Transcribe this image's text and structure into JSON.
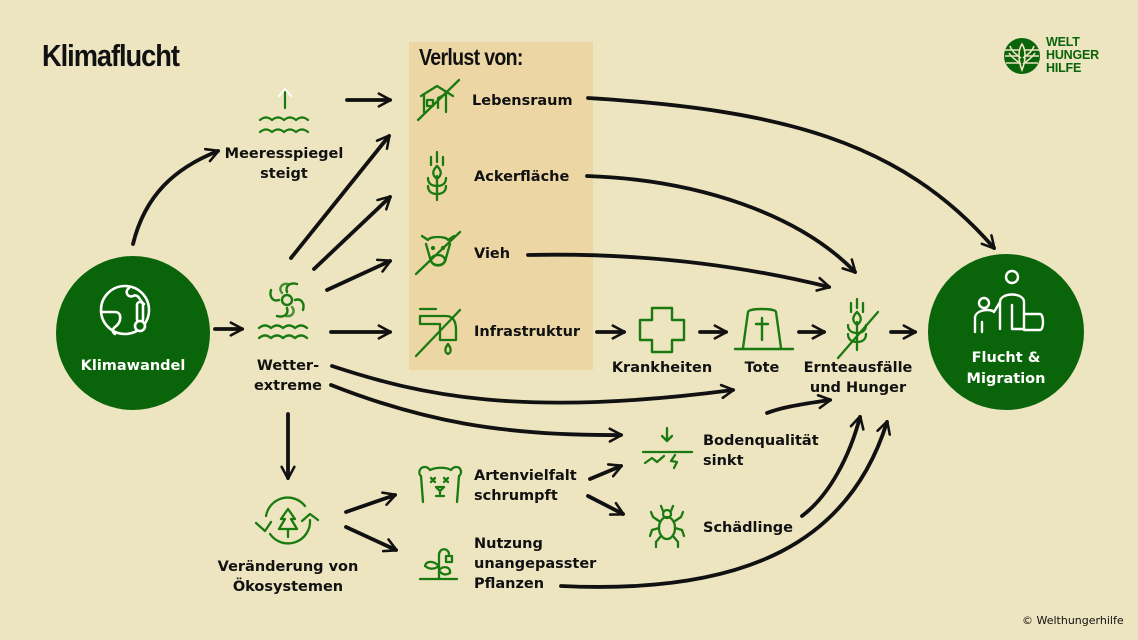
{
  "title": "Klimaflucht",
  "colors": {
    "background": "#ede4c0",
    "panel": "#ebd6a4",
    "green": "#0a640a",
    "icon_green": "#1a7a10",
    "arrow": "#111111"
  },
  "logo": {
    "icon": "wheat-globe-logo-icon",
    "line1": "WELT",
    "line2": "HUNGER",
    "line3": "HILFE"
  },
  "copyright": "© Welthungerhilfe",
  "panel": {
    "title": "Verlust von:"
  },
  "nodes": {
    "klimawandel": {
      "label": "Klimawandel",
      "icon": "globe-thermometer-icon"
    },
    "meeresspiegel": {
      "line1": "Meeresspiegel",
      "line2": "steigt",
      "icon": "sea-level-rise-icon"
    },
    "wetterextreme": {
      "line1": "Wetter-",
      "line2": "extreme",
      "icon": "cyclone-icon"
    },
    "lebensraum": {
      "label": "Lebensraum",
      "icon": "crossed-house-icon"
    },
    "ackerflaeche": {
      "label": "Ackerfläche",
      "icon": "wheat-icon"
    },
    "vieh": {
      "label": "Vieh",
      "icon": "crossed-cow-icon"
    },
    "infrastruktur": {
      "label": "Infrastruktur",
      "icon": "crossed-pipe-icon"
    },
    "krankheiten": {
      "label": "Krankheiten",
      "icon": "medical-cross-icon"
    },
    "tote": {
      "label": "Tote",
      "icon": "gravestone-icon"
    },
    "ernteausfaelle": {
      "line1": "Ernteausfälle",
      "line2": "und Hunger",
      "icon": "crossed-wheat-icon"
    },
    "flucht": {
      "line1": "Flucht &",
      "line2": "Migration",
      "icon": "refugees-icon"
    },
    "oekosysteme": {
      "line1": "Veränderung von",
      "line2": "Ökosystemen",
      "icon": "tree-cycle-icon"
    },
    "artenvielfalt": {
      "line1": "Artenvielfalt",
      "line2": "schrumpft",
      "icon": "dead-bear-icon"
    },
    "pflanzen": {
      "line1": "Nutzung",
      "line2": "unangepasster",
      "line3": "Pflanzen",
      "icon": "wilting-plant-icon"
    },
    "bodenqualitaet": {
      "line1": "Bodenqualität",
      "line2": "sinkt",
      "icon": "soil-crack-icon"
    },
    "schaedlinge": {
      "label": "Schädlinge",
      "icon": "bug-icon"
    }
  },
  "edges": [
    [
      "klimawandel",
      "meeresspiegel"
    ],
    [
      "klimawandel",
      "wetterextreme"
    ],
    [
      "meeresspiegel",
      "lebensraum"
    ],
    [
      "wetterextreme",
      "lebensraum"
    ],
    [
      "wetterextreme",
      "ackerflaeche"
    ],
    [
      "wetterextreme",
      "vieh"
    ],
    [
      "wetterextreme",
      "infrastruktur"
    ],
    [
      "wetterextreme",
      "tote"
    ],
    [
      "wetterextreme",
      "bodenqualitaet"
    ],
    [
      "wetterextreme",
      "oekosysteme"
    ],
    [
      "lebensraum",
      "flucht"
    ],
    [
      "ackerflaeche",
      "ernteausfaelle"
    ],
    [
      "vieh",
      "ernteausfaelle"
    ],
    [
      "infrastruktur",
      "krankheiten"
    ],
    [
      "krankheiten",
      "tote"
    ],
    [
      "tote",
      "ernteausfaelle"
    ],
    [
      "ernteausfaelle",
      "flucht"
    ],
    [
      "oekosysteme",
      "artenvielfalt"
    ],
    [
      "oekosysteme",
      "pflanzen"
    ],
    [
      "artenvielfalt",
      "bodenqualitaet"
    ],
    [
      "artenvielfalt",
      "schaedlinge"
    ],
    [
      "bodenqualitaet",
      "ernteausfaelle"
    ],
    [
      "schaedlinge",
      "ernteausfaelle"
    ],
    [
      "pflanzen",
      "ernteausfaelle"
    ]
  ]
}
